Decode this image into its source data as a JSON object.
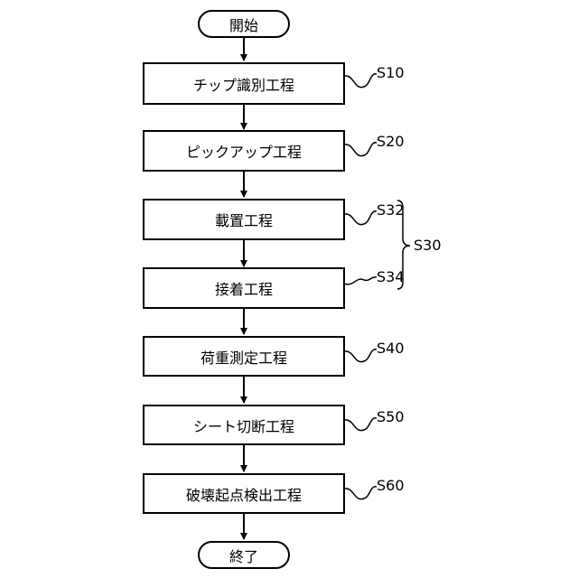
{
  "start": "開始",
  "end": "終了",
  "steps": [
    {
      "label": "チップ識別工程",
      "code": "S10"
    },
    {
      "label": "ピックアップ工程",
      "code": "S20"
    },
    {
      "label": "載置工程",
      "code": "S32"
    },
    {
      "label": "接着工程",
      "code": "S34"
    },
    {
      "label": "荷重測定工程",
      "code": "S40"
    },
    {
      "label": "シート切断工程",
      "code": "S50"
    },
    {
      "label": "破壊起点検出工程",
      "code": "S60"
    }
  ],
  "group": {
    "code": "S30"
  }
}
